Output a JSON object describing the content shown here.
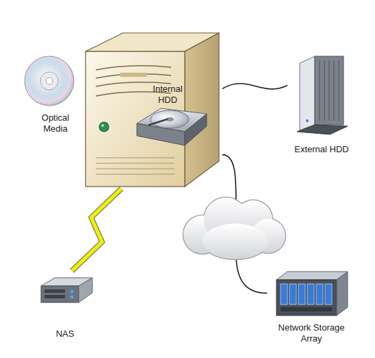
{
  "diagram": {
    "nodes": [
      {
        "text": [
          "Internal HDD"
        ]
      },
      {
        "text": [
          "Optical Media"
        ]
      },
      {
        "text": [
          "External HDD"
        ]
      },
      {
        "text": [
          "NAS"
        ]
      },
      {
        "text": [
          "Network Storage Array"
        ]
      }
    ],
    "edges": [
      {
        "from": 0,
        "to": 2,
        "arrow": "none"
      },
      {
        "from": 0,
        "to": 3,
        "arrow": "none"
      },
      {
        "from": 0,
        "to": 4,
        "arrow": "none"
      }
    ]
  }
}
